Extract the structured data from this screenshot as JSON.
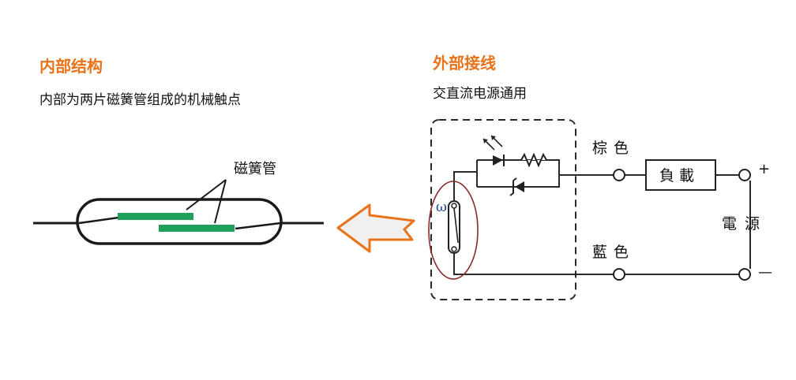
{
  "colors": {
    "accent": "#E8731A",
    "reed": "#1FA05A",
    "wire": "#2a2a2a",
    "switch_circle": "#8B2A2A",
    "switch_symbol": "#1E3FA0"
  },
  "left": {
    "title": "内部结构",
    "subtitle": "内部为两片磁簧管组成的机械触点",
    "reed_label": "磁簧管"
  },
  "right": {
    "title": "外部接线",
    "subtitle": "交直流电源通用",
    "brown_label": "棕色",
    "blue_label": "藍色",
    "load_label": "負載",
    "power_label": "電源",
    "plus_sign": "+",
    "minus_sign": "—",
    "switch_symbol": "ω"
  }
}
